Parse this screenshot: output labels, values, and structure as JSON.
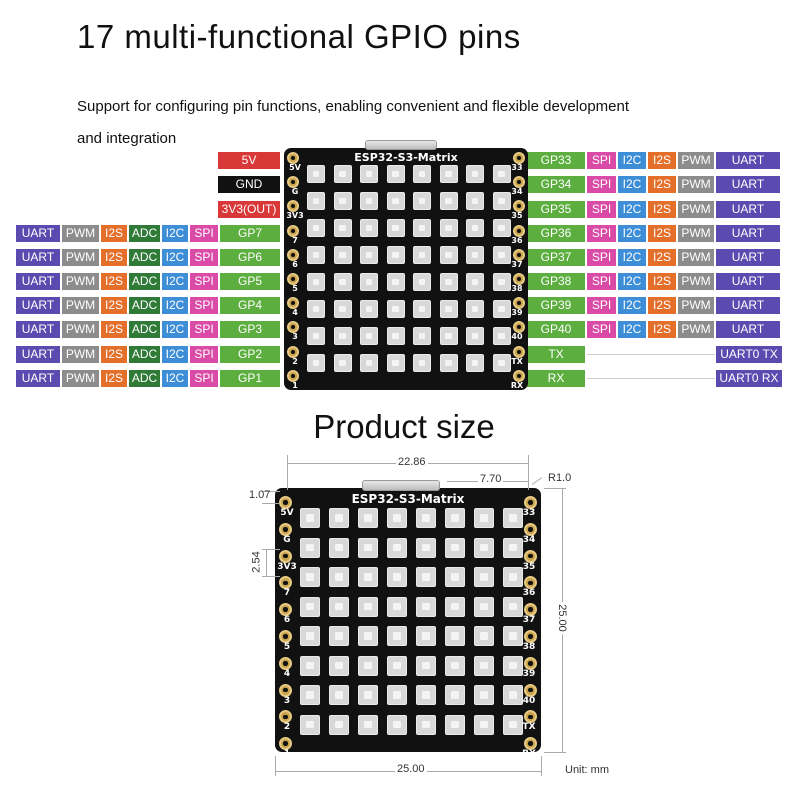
{
  "title": "17 multi-functional GPIO pins",
  "subtitle_line1": "Support for configuring pin functions, enabling convenient and  flexible development",
  "subtitle_line2": "and integration",
  "board_name": "ESP32-S3-Matrix",
  "colors": {
    "uart": "#5b4bb0",
    "pwm": "#8c8c8c",
    "i2s": "#e36f2a",
    "adc": "#2f7a36",
    "i2c": "#3d8ed6",
    "spi": "#d94ba6",
    "gpio": "#5cae3f",
    "power_5v": "#d93838",
    "gnd": "#111111",
    "v33": "#d93838",
    "pad": "#c8a24c"
  },
  "power_labels": [
    "5V",
    "GND",
    "3V3(OUT)"
  ],
  "left_pin_marks": [
    "5V",
    "G",
    "3V3",
    "7",
    "6",
    "5",
    "4",
    "3",
    "2",
    "1"
  ],
  "right_pin_marks": [
    "33",
    "34",
    "35",
    "36",
    "37",
    "38",
    "39",
    "40",
    "TX",
    "RX"
  ],
  "left_gpio": [
    {
      "funcs": [
        "UART",
        "PWM",
        "I2S",
        "ADC",
        "I2C",
        "SPI"
      ],
      "name": "GP7"
    },
    {
      "funcs": [
        "UART",
        "PWM",
        "I2S",
        "ADC",
        "I2C",
        "SPI"
      ],
      "name": "GP6"
    },
    {
      "funcs": [
        "UART",
        "PWM",
        "I2S",
        "ADC",
        "I2C",
        "SPI"
      ],
      "name": "GP5"
    },
    {
      "funcs": [
        "UART",
        "PWM",
        "I2S",
        "ADC",
        "I2C",
        "SPI"
      ],
      "name": "GP4"
    },
    {
      "funcs": [
        "UART",
        "PWM",
        "I2S",
        "ADC",
        "I2C",
        "SPI"
      ],
      "name": "GP3"
    },
    {
      "funcs": [
        "UART",
        "PWM",
        "I2S",
        "ADC",
        "I2C",
        "SPI"
      ],
      "name": "GP2"
    },
    {
      "funcs": [
        "UART",
        "PWM",
        "I2S",
        "ADC",
        "I2C",
        "SPI"
      ],
      "name": "GP1"
    }
  ],
  "right_gpio": [
    {
      "name": "GP33",
      "funcs": [
        "SPI",
        "I2C",
        "I2S",
        "PWM",
        "UART"
      ]
    },
    {
      "name": "GP34",
      "funcs": [
        "SPI",
        "I2C",
        "I2S",
        "PWM",
        "UART"
      ]
    },
    {
      "name": "GP35",
      "funcs": [
        "SPI",
        "I2C",
        "I2S",
        "PWM",
        "UART"
      ]
    },
    {
      "name": "GP36",
      "funcs": [
        "SPI",
        "I2C",
        "I2S",
        "PWM",
        "UART"
      ]
    },
    {
      "name": "GP37",
      "funcs": [
        "SPI",
        "I2C",
        "I2S",
        "PWM",
        "UART"
      ]
    },
    {
      "name": "GP38",
      "funcs": [
        "SPI",
        "I2C",
        "I2S",
        "PWM",
        "UART"
      ]
    },
    {
      "name": "GP39",
      "funcs": [
        "SPI",
        "I2C",
        "I2S",
        "PWM",
        "UART"
      ]
    },
    {
      "name": "GP40",
      "funcs": [
        "SPI",
        "I2C",
        "I2S",
        "PWM",
        "UART"
      ]
    }
  ],
  "serial_pins": [
    {
      "name": "TX",
      "func": "UART0 TX"
    },
    {
      "name": "RX",
      "func": "UART0 RX"
    }
  ],
  "product_size": {
    "heading": "Product size",
    "width_top": "22.86",
    "usb_offset": "7.70",
    "corner_radius": "R1.0",
    "pad_margin": "1.07",
    "pin_pitch": "2.54",
    "height": "25.00",
    "width_bottom": "25.00",
    "unit": "Unit: mm"
  }
}
